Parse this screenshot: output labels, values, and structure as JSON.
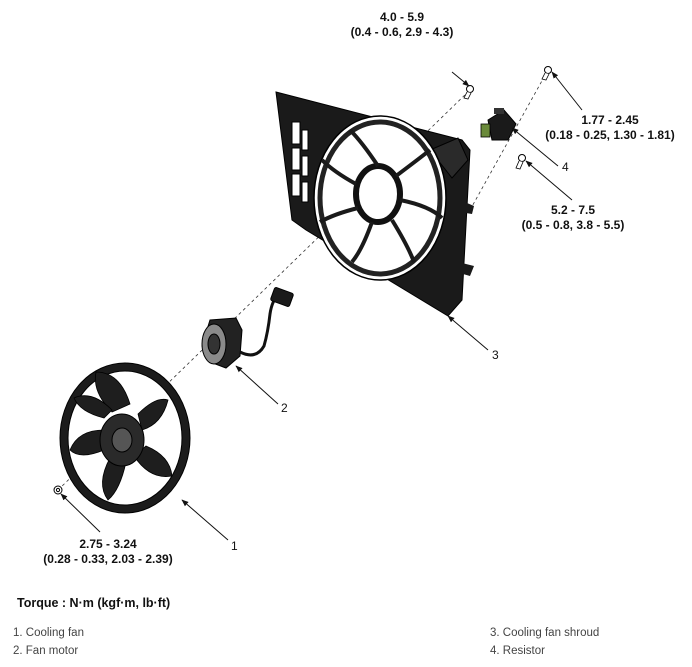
{
  "torque_specs": {
    "top": {
      "line1": "4.0 - 5.9",
      "line2": "(0.4 - 0.6, 2.9 - 4.3)"
    },
    "right_upper": {
      "line1": "1.77 - 2.45",
      "line2": "(0.18 - 0.25, 1.30 - 1.81)"
    },
    "right_middle": {
      "line1": "5.2 - 7.5",
      "line2": "(0.5 - 0.8, 3.8 - 5.5)"
    },
    "bottom": {
      "line1": "2.75 - 3.24",
      "line2": "(0.28 - 0.33, 2.03 - 2.39)"
    }
  },
  "callouts": {
    "n1": "1",
    "n2": "2",
    "n3": "3",
    "n4": "4"
  },
  "torque_units": "Torque : N·m (kgf·m, lb·ft)",
  "legend": {
    "item1": "1. Cooling fan",
    "item2": "2. Fan motor",
    "item3": "3. Cooling fan shroud",
    "item4": "4. Resistor"
  }
}
